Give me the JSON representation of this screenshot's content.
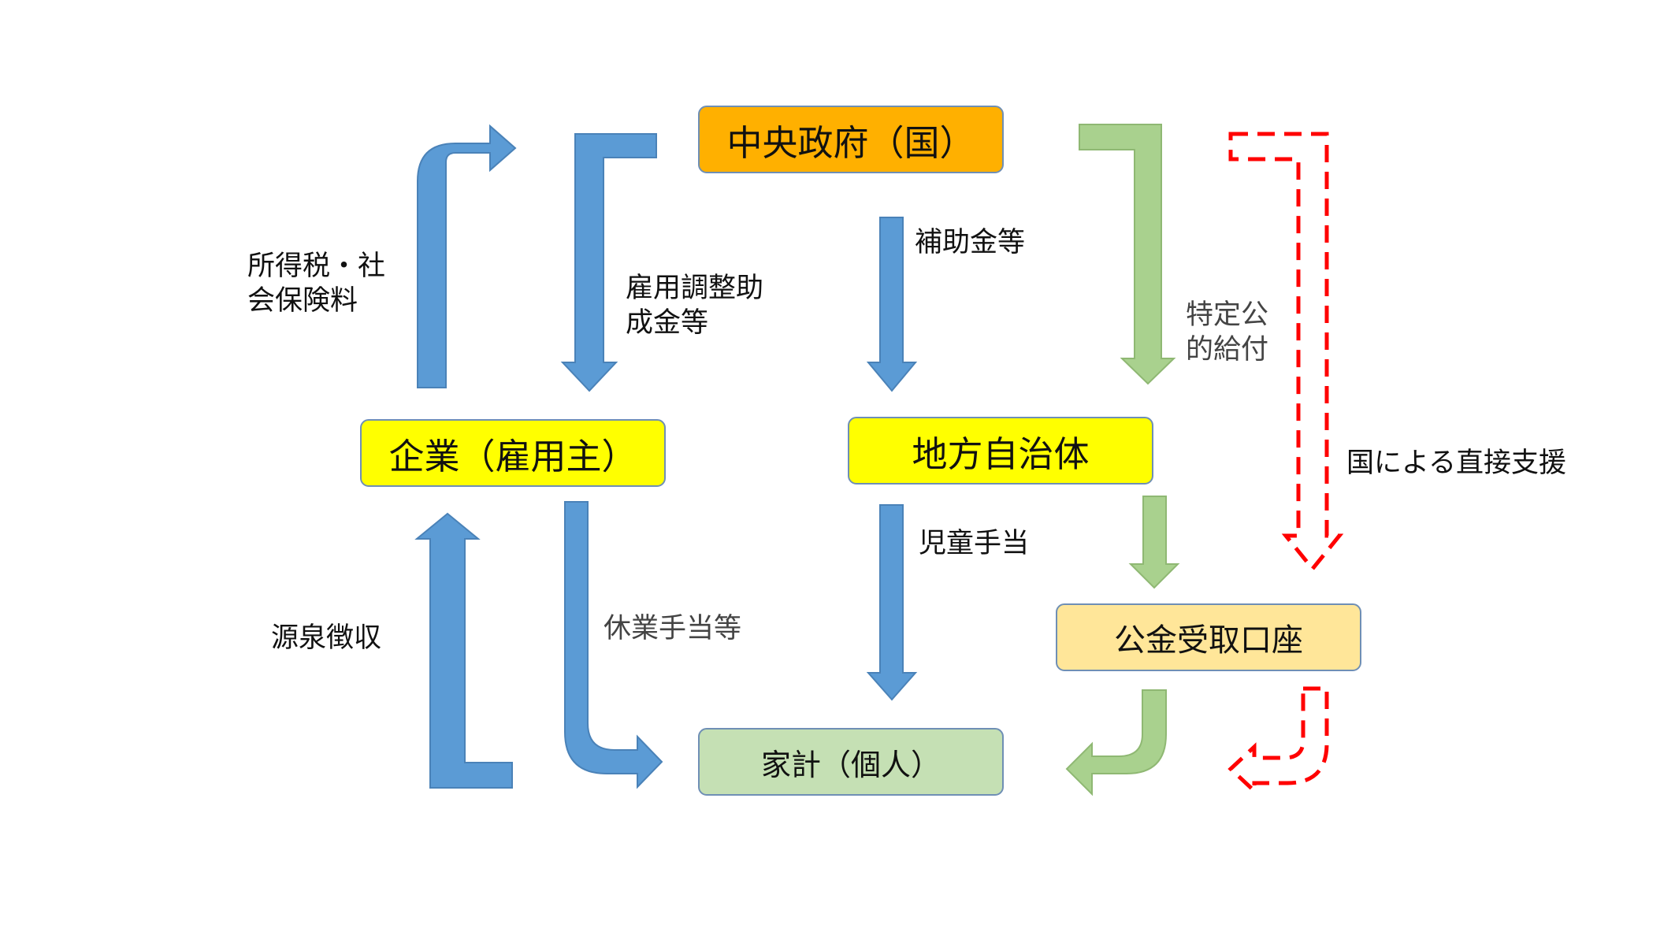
{
  "nodes": {
    "central_government": {
      "label": "中央政府（国）",
      "fill": "#FFB000"
    },
    "employer": {
      "label": "企業（雇用主）",
      "fill": "#FFFF00"
    },
    "local_government": {
      "label": "地方自治体",
      "fill": "#FFFF00"
    },
    "public_account": {
      "label": "公金受取口座",
      "fill": "#FFE699"
    },
    "household": {
      "label": "家計（個人）",
      "fill": "#C5E0B4"
    }
  },
  "edges": {
    "income_tax": {
      "line1": "所得税・社",
      "line2": "会保険料"
    },
    "employment_subsidy": {
      "line1": "雇用調整助",
      "line2": "成金等"
    },
    "subsidies": {
      "label": "補助金等"
    },
    "specific_benefit": {
      "line1": "特定公",
      "line2": "的給付"
    },
    "direct_support": {
      "label": "国による直接支援"
    },
    "withholding": {
      "label": "源泉徴収"
    },
    "leave_allowance": {
      "label": "休業手当等"
    },
    "child_allowance": {
      "label": "児童手当"
    }
  },
  "colors": {
    "blue_arrow": "#5B9BD5",
    "green_arrow": "#A9D18E",
    "red_dashed": "#FF0000",
    "node_border": "#6F8FB5"
  }
}
